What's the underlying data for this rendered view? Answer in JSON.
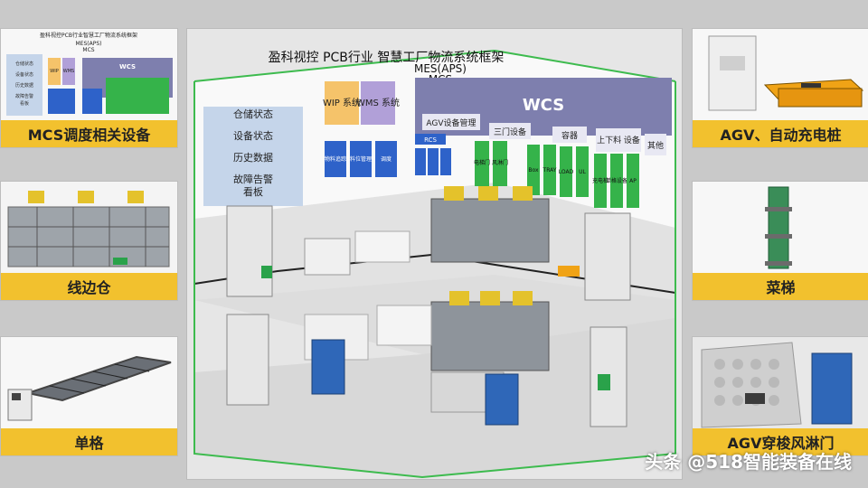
{
  "main": {
    "title": "盈科视控 PCB行业 智慧工厂物流系统框架",
    "mes": "MES(APS)",
    "mcs": "MCS",
    "status_items": [
      "仓储状态",
      "设备状态",
      "历史数据",
      "故障告警",
      "看板"
    ],
    "wip": "WIP 系统",
    "wms": "WMS 系统",
    "wcs": "WCS",
    "agv_mgmt": "AGV设备管理",
    "sanmen": "三门设备",
    "rongqi": "容器",
    "shangxia": "上下料 设备",
    "qita": "其他",
    "rcs": "RCS",
    "wms_tags": [
      "物料追踪",
      "料位管理",
      "调度"
    ],
    "wcs_columns": [
      "电梯门",
      "风淋门",
      "Box",
      "TRAY",
      "LOAD",
      "UL",
      "充电桩",
      "单格设备",
      "AP"
    ]
  },
  "panels": {
    "mcs": "MCS调度相关设备",
    "xianbian": "线边仓",
    "dange": "单格",
    "agv": "AGV、自动充电桩",
    "caiti": "菜梯",
    "fenglin": "AGV穿梭风淋门"
  },
  "thumb_mcs": {
    "title": "盈科视控PCB行业智慧工厂物流系统框架",
    "mes": "MES(APS)",
    "mcs": "MCS",
    "wip": "WIP",
    "wms": "WMS",
    "wcs": "WCS",
    "items": [
      "仓储状态",
      "设备状态",
      "历史数据",
      "故障告警",
      "看板"
    ]
  },
  "watermark": "头条 @518智能装备在线"
}
